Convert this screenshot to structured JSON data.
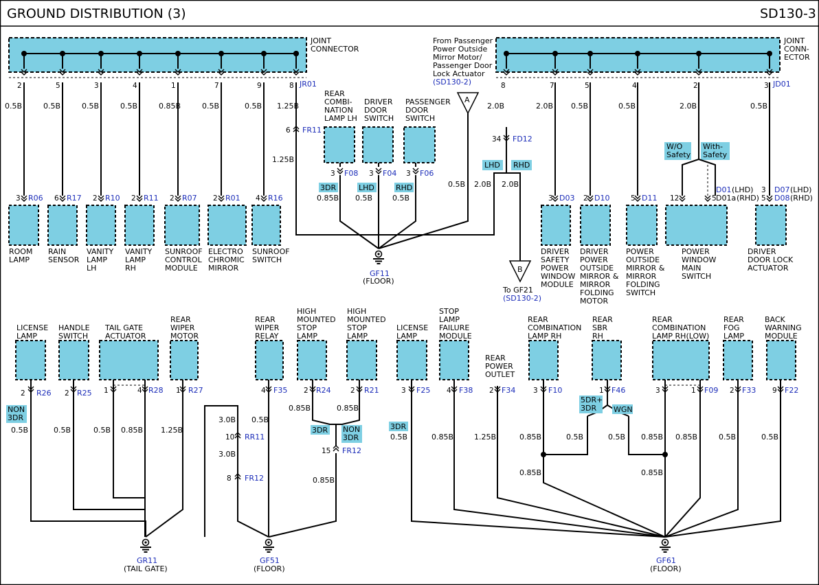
{
  "header": {
    "title": "GROUND DISTRIBUTION (3)",
    "page_code": "SD130-3"
  },
  "jr01": {
    "label_lines": [
      "JOINT",
      "CONNECTOR"
    ],
    "code": "JR01",
    "pins": [
      "2",
      "5",
      "3",
      "4",
      "1",
      "7",
      "9",
      "8"
    ],
    "wires": [
      "0.5B",
      "0.5B",
      "0.5B",
      "0.5B",
      "0.85B",
      "0.5B",
      "0.5B",
      "1.25B"
    ],
    "fr11": {
      "pin": "6",
      "code": "FR11",
      "wire": "1.25B"
    },
    "components": [
      {
        "pin": "3",
        "code": "R06",
        "name": [
          "ROOM",
          "LAMP"
        ]
      },
      {
        "pin": "6",
        "code": "R17",
        "name": [
          "RAIN",
          "SENSOR"
        ]
      },
      {
        "pin": "2",
        "code": "R10",
        "name": [
          "VANITY",
          "LAMP",
          "LH"
        ]
      },
      {
        "pin": "2",
        "code": "R11",
        "name": [
          "VANITY",
          "LAMP",
          "RH"
        ]
      },
      {
        "pin": "2",
        "code": "R07",
        "name": [
          "SUNROOF",
          "CONTROL",
          "MODULE"
        ]
      },
      {
        "pin": "2",
        "code": "R01",
        "name": [
          "ELECTRO",
          "CHROMIC",
          "MIRROR"
        ]
      },
      {
        "pin": "4",
        "code": "R16",
        "name": [
          "SUNROOF",
          "SWITCH"
        ]
      }
    ]
  },
  "gf11_group": {
    "components": [
      {
        "name": [
          "REAR",
          "COMBI-",
          "NATION",
          "LAMP LH"
        ],
        "pin": "3",
        "code": "F08",
        "variant": "3DR",
        "wire": "0.85B"
      },
      {
        "name": [
          "DRIVER",
          "DOOR",
          "SWITCH"
        ],
        "pin": "3",
        "code": "F04",
        "variant": "LHD",
        "wire": "0.5B"
      },
      {
        "name": [
          "PASSENGER",
          "DOOR",
          "SWITCH"
        ],
        "pin": "3",
        "code": "F06",
        "variant": "RHD",
        "wire": "0.5B"
      }
    ],
    "from_note": [
      "From Passenger",
      "Power Outside",
      "Mirror Motor/",
      "Passenger Door",
      "Lock Actuator"
    ],
    "from_ref": "(SD130-2)",
    "ref_a": "A",
    "a_wire": "0.5B",
    "ground": {
      "code": "GF11",
      "sub": "(FLOOR)"
    }
  },
  "jd01": {
    "label_lines": [
      "JOINT",
      "CONN-",
      "ECTOR"
    ],
    "code": "JD01",
    "pins": [
      "8",
      "7",
      "5",
      "4",
      "2",
      "3"
    ],
    "wires": [
      "2.0B",
      "2.0B",
      "0.5B",
      "0.5B",
      "2.0B",
      "0.5B"
    ],
    "fd12": {
      "pin": "34",
      "code": "FD12"
    },
    "lhd": "LHD",
    "rhd": "RHD",
    "lhd_wire": "2.0B",
    "rhd_wire": "2.0B",
    "ref_b": "B",
    "to_note": "To GF21",
    "to_ref": "(SD130-2)",
    "wo_safety": [
      "W/O",
      "Safety"
    ],
    "with_safety": [
      "With-",
      "Safety"
    ],
    "components": [
      {
        "pin": "3",
        "code": "D03",
        "name": [
          "DRIVER",
          "SAFETY",
          "POWER",
          "WINDOW",
          "MODULE"
        ]
      },
      {
        "pin": "2",
        "code": "D10",
        "name": [
          "DRIVER",
          "POWER",
          "OUTSIDE",
          "MIRROR &",
          "MIRROR",
          "FOLDING",
          "MOTOR"
        ]
      },
      {
        "pin": "5",
        "code": "D11",
        "name": [
          "POWER",
          "OUTSIDE",
          "MIRROR &",
          "MIRROR",
          "FOLDING",
          "SWITCH"
        ]
      },
      {
        "pin_l": "12",
        "pin_r": "5",
        "code1": "D01",
        "code1_note": "(LHD)",
        "code2": "D01a",
        "code2_note": "(RHD)",
        "name": [
          "POWER",
          "WINDOW",
          "MAIN",
          "SWITCH"
        ]
      },
      {
        "pin1": "3",
        "pin2": "5",
        "code1": "D07",
        "code1_note": "(LHD)",
        "code2": "D08",
        "code2_note": "(RHD)",
        "name": [
          "DRIVER",
          "DOOR LOCK",
          "ACTUATOR"
        ]
      }
    ]
  },
  "gr11_group": {
    "components": [
      {
        "name": [
          "LICENSE",
          "LAMP"
        ],
        "pin": "2",
        "code": "R26",
        "variant": [
          "NON",
          "3DR"
        ],
        "wire": "0.5B"
      },
      {
        "name": [
          "HANDLE",
          "SWITCH"
        ],
        "pin": "2",
        "code": "R25",
        "wire": "0.5B"
      },
      {
        "name": [
          "TAIL GATE",
          "ACTUATOR"
        ],
        "pin1": "1",
        "pin2": "4",
        "code": "R28",
        "wire1": "0.5B",
        "wire2": "0.85B"
      },
      {
        "name": [
          "REAR",
          "WIPER",
          "MOTOR"
        ],
        "pin": "1",
        "code": "R27",
        "wire": "1.25B"
      }
    ],
    "ground": {
      "code": "GR11",
      "sub": "(TAIL GATE)"
    }
  },
  "gf51_group": {
    "components": [
      {
        "name": [
          "REAR",
          "WIPER",
          "RELAY"
        ],
        "pin": "4",
        "code": "F35",
        "wire": "0.5B"
      },
      {
        "name": [
          "HIGH",
          "MOUNTED",
          "STOP",
          "LAMP"
        ],
        "pin": "2",
        "code": "R24",
        "wire": "0.85B",
        "variant": "3DR"
      },
      {
        "name": [
          "HIGH",
          "MOUNTED",
          "STOP",
          "LAMP"
        ],
        "pin": "2",
        "code": "R21",
        "wire": "0.85B",
        "variant": [
          "NON",
          "3DR"
        ]
      }
    ],
    "rr11": {
      "pin": "10",
      "code": "RR11",
      "wire_top": "3.0B",
      "wire_mid": "3.0B"
    },
    "fr12a": {
      "pin": "8",
      "code": "FR12"
    },
    "fr12b": {
      "pin": "15",
      "code": "FR12",
      "wire": "0.85B"
    },
    "ground": {
      "code": "GF51",
      "sub": "(FLOOR)"
    }
  },
  "gf61_group": {
    "components": [
      {
        "name": [
          "LICENSE",
          "LAMP"
        ],
        "pin": "3",
        "code": "F25",
        "variant": "3DR",
        "wire": "0.5B"
      },
      {
        "name": [
          "STOP",
          "LAMP",
          "FAILURE",
          "MODULE"
        ],
        "pin": "4",
        "code": "F38",
        "wire": "0.85B"
      },
      {
        "name": [
          "REAR",
          "POWER",
          "OUTLET"
        ],
        "pin": "2",
        "code": "F34",
        "wire": "1.25B"
      },
      {
        "name": [
          "REAR",
          "COMBINATION",
          "LAMP RH"
        ],
        "pin": "3",
        "code": "F10",
        "wire": "0.85B"
      },
      {
        "name": [
          "REAR",
          "SBR",
          "RH"
        ],
        "pin": "1",
        "code": "F46",
        "variant1": [
          "5DR+",
          "3DR"
        ],
        "variant2": "WGN",
        "wire1": "0.5B",
        "wire2": "0.5B"
      },
      {
        "name": [
          "REAR",
          "COMBINATION",
          "LAMP RH(LOW)"
        ],
        "pin1": "3",
        "pin2": "1",
        "code": "F09",
        "wire1": "0.85B",
        "wire2": "0.85B"
      },
      {
        "name": [
          "REAR",
          "FOG",
          "LAMP"
        ],
        "pin": "2",
        "code": "F33",
        "wire": "0.5B"
      },
      {
        "name": [
          "BACK",
          "WARNING",
          "MODULE"
        ],
        "pin": "9",
        "code": "F22",
        "wire": "0.5B"
      }
    ],
    "join_wire_l": "0.85B",
    "join_wire_r": "0.85B",
    "ground": {
      "code": "GF61",
      "sub": "(FLOOR)"
    }
  }
}
